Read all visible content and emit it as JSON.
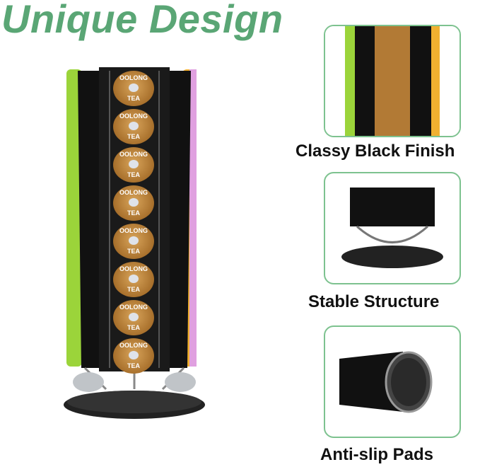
{
  "title": "Unique Design",
  "pod_label": {
    "line1": "OOLONG",
    "line2": "TEA"
  },
  "features": [
    {
      "caption": "Classy Black Finish"
    },
    {
      "caption": "Stable Structure"
    },
    {
      "caption": "Anti-slip Pads"
    }
  ],
  "colors": {
    "accent": "#5aa675",
    "panel_border": "#7dc28f",
    "tower": "#111111",
    "pod_gold": "#b27a35",
    "pod_green": "#9bd43a",
    "pod_orange": "#f0b030",
    "pod_pink": "#e0a0e0"
  }
}
